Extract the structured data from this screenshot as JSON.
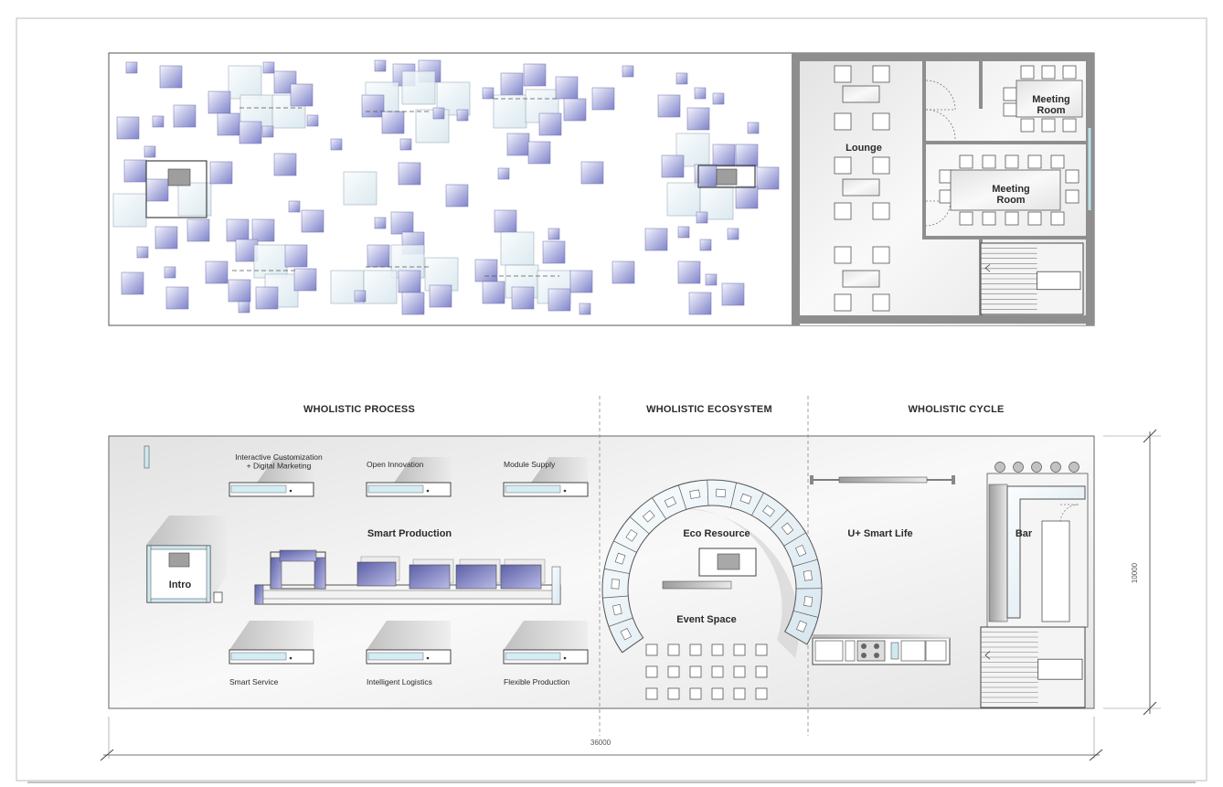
{
  "colors": {
    "accent": "#8c8fd0",
    "wall": "#9a9a9a",
    "panel": "#eaf4f8",
    "line": "#444444"
  },
  "upper_plan": {
    "rooms": {
      "lounge": "Lounge",
      "meeting_1": "Meeting\nRoom",
      "meeting_2": "Meeting\nRoom"
    }
  },
  "lower_plan": {
    "zones": {
      "process": "WHOLISTIC PROCESS",
      "ecosystem": "WHOLISTIC ECOSYSTEM",
      "cycle": "WHOLISTIC CYCLE"
    },
    "stations": {
      "interactive": "Interactive Customization\n+ Digital Marketing",
      "open_innovation": "Open Innovation",
      "module_supply": "Module Supply",
      "smart_service": "Smart Service",
      "intelligent_logistics": "Intelligent Logistics",
      "flexible_production": "Flexible Production"
    },
    "areas": {
      "smart_production": "Smart Production",
      "intro": "Intro",
      "eco_resource": "Eco Resource",
      "event_space": "Event Space",
      "smart_life": "U+ Smart Life",
      "bar": "Bar"
    },
    "dimensions": {
      "width": "36000",
      "height": "10000"
    }
  }
}
